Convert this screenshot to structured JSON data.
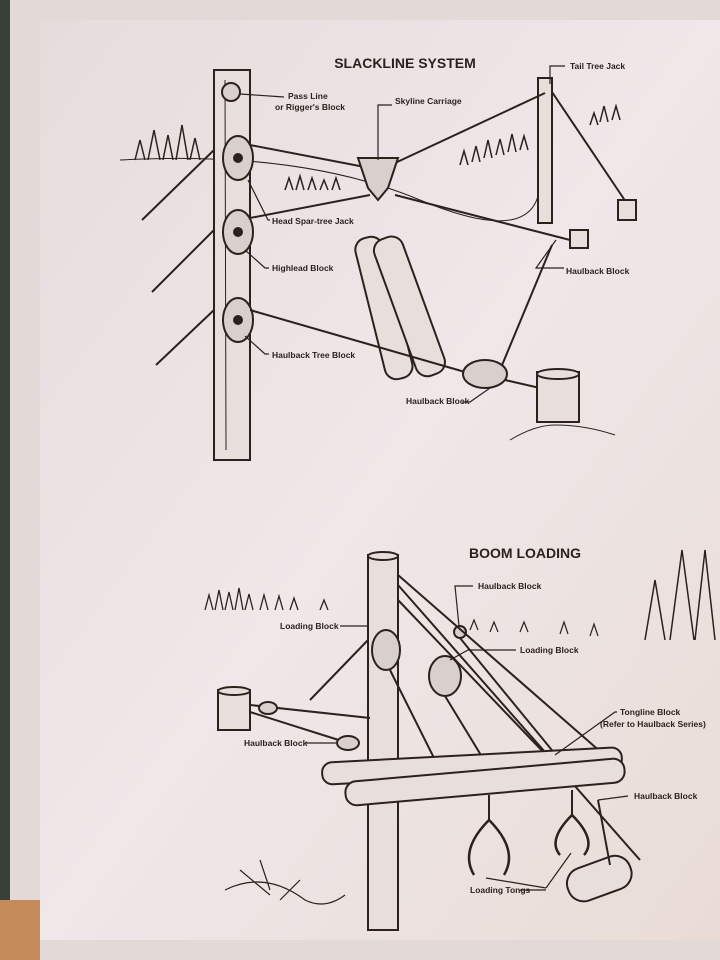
{
  "slackline": {
    "title": "SLACKLINE SYSTEM",
    "labels": {
      "pass_line_1": "Pass Line",
      "pass_line_2": "or Rigger's Block",
      "skyline_carriage": "Skyline Carriage",
      "tail_tree_jack": "Tail Tree Jack",
      "head_spar_tree_jack": "Head Spar-tree Jack",
      "highlead_block": "Highlead Block",
      "haulback_block_right": "Haulback Block",
      "haulback_tree_block": "Haulback Tree Block",
      "haulback_block_bottom": "Haulback Block"
    }
  },
  "boom_loading": {
    "title": "BOOM LOADING",
    "labels": {
      "haulback_block_top": "Haulback Block",
      "loading_block_left": "Loading Block",
      "loading_block_right": "Loading Block",
      "tongline_block_1": "Tongline Block",
      "tongline_block_2": "(Refer to Haulback Series)",
      "haulback_block_right": "Haulback Block",
      "haulback_block_left": "Haulback Block",
      "loading_tongs": "Loading Tongs"
    }
  },
  "colors": {
    "paper": "#ece4e5",
    "ink": "#2c211d",
    "wall": "#3a4038"
  }
}
